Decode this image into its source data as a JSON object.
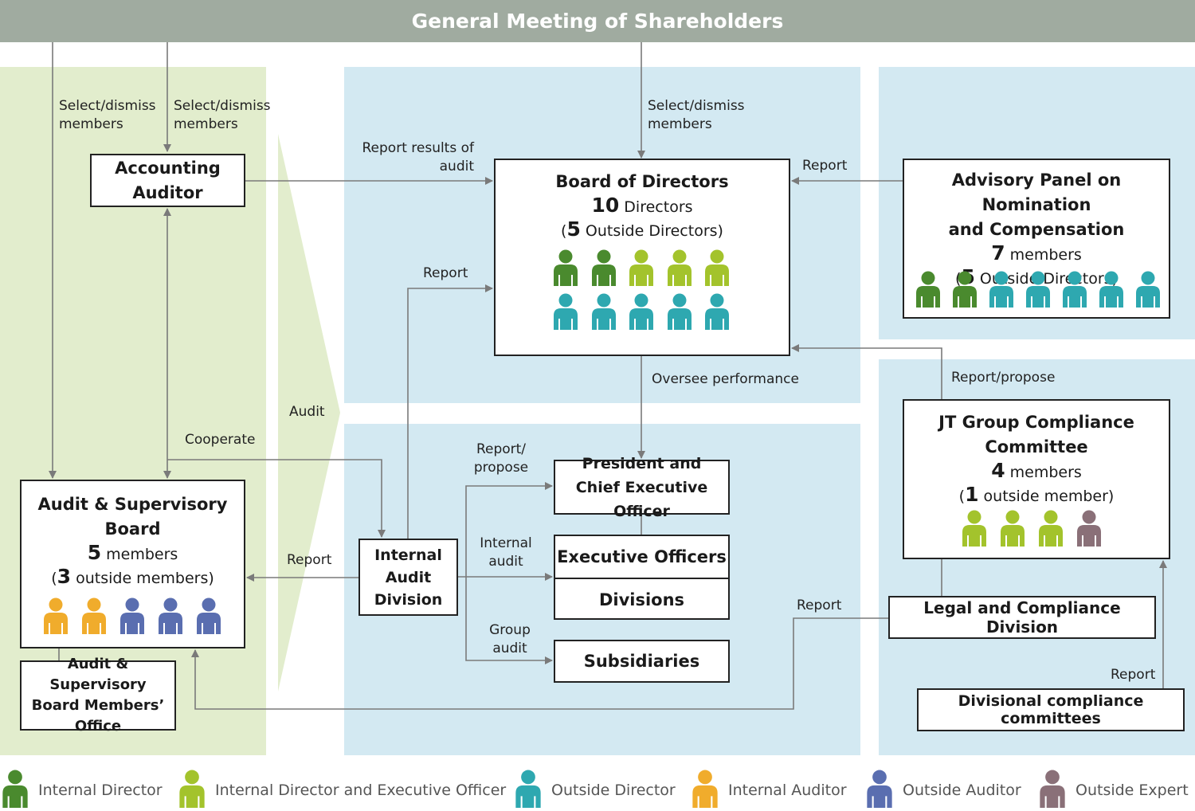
{
  "banner": "General Meeting of Shareholders",
  "colors": {
    "internal_director": "#4a8a2e",
    "internal_director_exec": "#a3c32c",
    "outside_director": "#2ea8b0",
    "internal_auditor": "#f0ac2c",
    "outside_auditor": "#5a6eb0",
    "outside_expert": "#8a7078",
    "zone_green": "#e2edcd",
    "zone_blue": "#d3e9f2",
    "banner": "#a0aba0",
    "line": "#7a7a7a"
  },
  "accounting_auditor": {
    "line1": "Accounting",
    "line2": "Auditor"
  },
  "board": {
    "title": "Board of Directors",
    "count": "10",
    "count_label": " Directors",
    "outside_open": "(",
    "outside_count": "5",
    "outside_label": " Outside Directors)",
    "people": [
      "internal_director",
      "internal_director",
      "internal_director_exec",
      "internal_director_exec",
      "internal_director_exec",
      "outside_director",
      "outside_director",
      "outside_director",
      "outside_director",
      "outside_director"
    ]
  },
  "advisory": {
    "line1": "Advisory Panel on Nomination",
    "line2": "and Compensation",
    "count": "7",
    "count_label": " members",
    "outside_open": "(",
    "outside_count": "5",
    "outside_label": " Outside Directors)",
    "people": [
      "internal_director",
      "internal_director",
      "outside_director",
      "outside_director",
      "outside_director",
      "outside_director",
      "outside_director"
    ]
  },
  "audit_board": {
    "line1": "Audit & Supervisory",
    "line2": "Board",
    "count": "5",
    "count_label": " members",
    "outside_open": "(",
    "outside_count": "3",
    "outside_label": " outside members)",
    "people": [
      "internal_auditor",
      "internal_auditor",
      "outside_auditor",
      "outside_auditor",
      "outside_auditor"
    ]
  },
  "audit_office": {
    "line1": "Audit & Supervisory",
    "line2": "Board Members’",
    "line3": "Office"
  },
  "internal_audit": {
    "line1": "Internal",
    "line2": "Audit",
    "line3": "Division"
  },
  "president": {
    "line1": "President and",
    "line2": "Chief Executive Officer"
  },
  "exec_officers": "Executive Officers",
  "divisions": "Divisions",
  "subsidiaries": "Subsidiaries",
  "compliance": {
    "line1": "JT Group Compliance",
    "line2": "Committee",
    "count": "4",
    "count_label": " members",
    "outside_open": "(",
    "outside_count": "1",
    "outside_label": " outside member)",
    "people": [
      "internal_director_exec",
      "internal_director_exec",
      "internal_director_exec",
      "outside_expert"
    ]
  },
  "legal": "Legal and Compliance Division",
  "divisional": "Divisional compliance committees",
  "labels": {
    "select1_a": "Select/dismiss",
    "select1_b": "members",
    "select2_a": "Select/dismiss",
    "select2_b": "members",
    "select3_a": "Select/dismiss",
    "select3_b": "members",
    "report_results_a": "Report results of",
    "report_results_b": "audit",
    "report_advisory": "Report",
    "report_internal": "Report",
    "oversee": "Oversee performance",
    "audit": "Audit",
    "cooperate": "Cooperate",
    "report_propose_a": "Report/",
    "report_propose_b": "propose",
    "internal_audit_a": "Internal",
    "internal_audit_b": "audit",
    "group_audit_a": "Group",
    "group_audit_b": "audit",
    "report_to_board": "Report",
    "report_legal": "Report",
    "report_compliance": "Report/propose",
    "report_divisional": "Report"
  },
  "legend": [
    {
      "key": "internal_director",
      "label": "Internal Director"
    },
    {
      "key": "internal_director_exec",
      "label": "Internal Director and Executive Officer"
    },
    {
      "key": "outside_director",
      "label": "Outside Director"
    },
    {
      "key": "internal_auditor",
      "label": "Internal Auditor"
    },
    {
      "key": "outside_auditor",
      "label": "Outside Auditor"
    },
    {
      "key": "outside_expert",
      "label": "Outside Expert"
    }
  ]
}
